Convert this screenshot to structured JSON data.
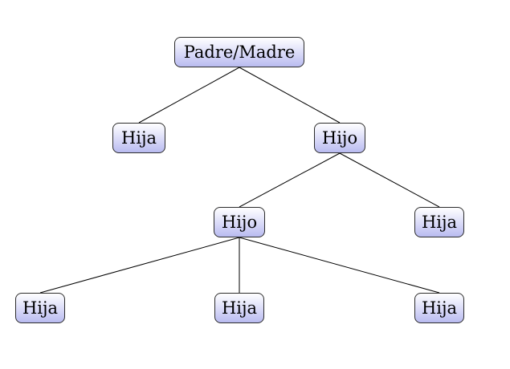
{
  "tree": {
    "nodes": [
      {
        "id": "root",
        "label": "Padre/Madre",
        "parent": null
      },
      {
        "id": "hija1",
        "label": "Hija",
        "parent": "root"
      },
      {
        "id": "hijo1",
        "label": "Hijo",
        "parent": "root"
      },
      {
        "id": "hijo2",
        "label": "Hijo",
        "parent": "hijo1"
      },
      {
        "id": "hija2",
        "label": "Hija",
        "parent": "hijo1"
      },
      {
        "id": "hija3",
        "label": "Hija",
        "parent": "hijo2"
      },
      {
        "id": "hija4",
        "label": "Hija",
        "parent": "hijo2"
      },
      {
        "id": "hija5",
        "label": "Hija",
        "parent": "hijo2"
      }
    ]
  },
  "colors": {
    "node_top": "#ffffff",
    "node_bottom": "#b9bbf0",
    "node_border": "#2b2b2b",
    "edge": "#000000"
  }
}
